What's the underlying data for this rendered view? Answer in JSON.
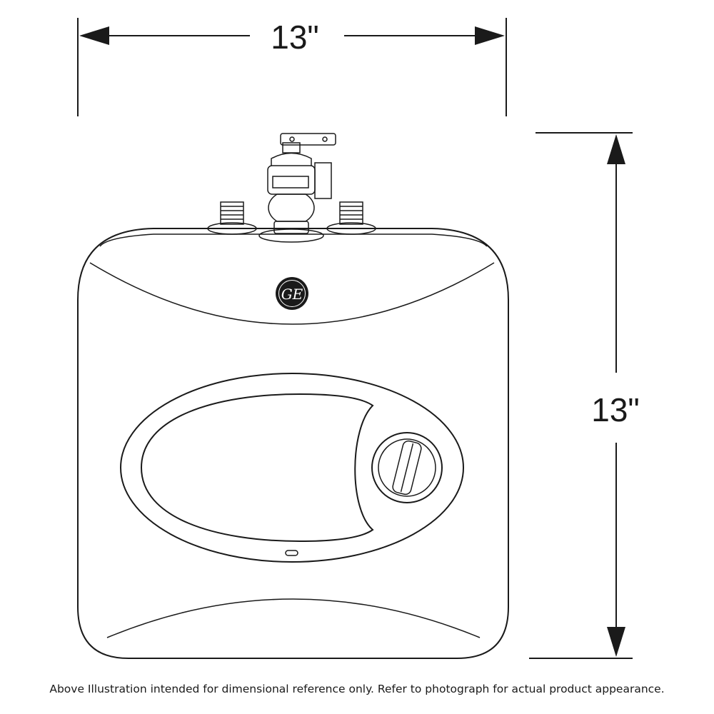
{
  "dimensions": {
    "width_label": "13\"",
    "height_label": "13\""
  },
  "logo": {
    "text": "GE"
  },
  "caption": "Above Illustration intended for dimensional reference only. Refer to photograph for actual product appearance."
}
